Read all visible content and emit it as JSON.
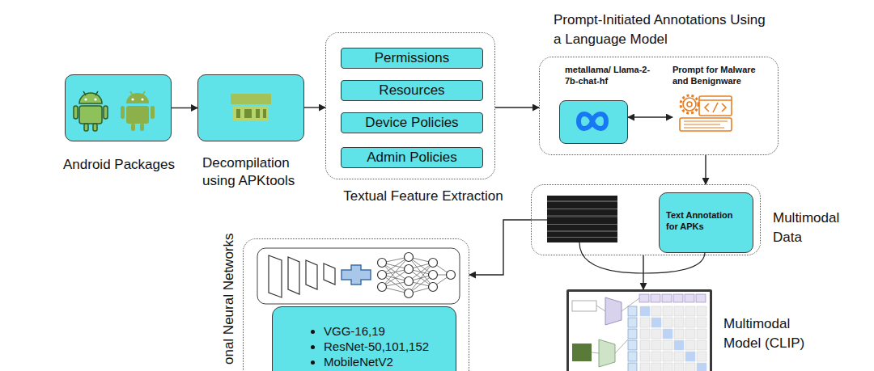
{
  "diagram": {
    "nodes": [
      {
        "text": [
          "Android Packages"
        ]
      },
      {
        "text": [
          "Decompilation using APKtools"
        ]
      },
      {
        "text": [
          "Textual Feature Extraction"
        ]
      },
      {
        "text": [
          "Permissions"
        ],
        "in": 2
      },
      {
        "text": [
          "Resources"
        ],
        "in": 2
      },
      {
        "text": [
          "Device Policies"
        ],
        "in": 2
      },
      {
        "text": [
          "Admin Policies"
        ],
        "in": 2
      },
      {
        "text": [
          "Prompt-Initiated Annotations Using a Language Model"
        ]
      },
      {
        "text": [
          "metallama/ Llama-2-7b-chat-hf"
        ],
        "in": 7
      },
      {
        "text": [
          "Prompt for Malware and Benignware"
        ],
        "in": 7
      },
      {
        "text": [
          "Multimodal Data"
        ]
      },
      {
        "text": [
          "Text Annotation for APKs"
        ],
        "in": 10
      },
      {
        "text": [
          "onal Neural Networks"
        ]
      },
      {
        "text": [
          "VGG-16,19",
          "ResNet-50,101,152",
          "MobileNetV2"
        ],
        "in": 12
      },
      {
        "text": [
          "Multimodal Model (CLIP)"
        ]
      }
    ],
    "edges": [
      {
        "from": 0,
        "to": 1,
        "arrow": "to"
      },
      {
        "from": 1,
        "to": 2,
        "arrow": "to"
      },
      {
        "from": 2,
        "to": 7,
        "arrow": "to"
      },
      {
        "from": 8,
        "to": 9,
        "arrow": "both"
      },
      {
        "from": 7,
        "to": 10,
        "arrow": "to"
      },
      {
        "from": 10,
        "to": 12,
        "arrow": "to"
      },
      {
        "from": 10,
        "to": 14,
        "arrow": "to"
      }
    ]
  }
}
